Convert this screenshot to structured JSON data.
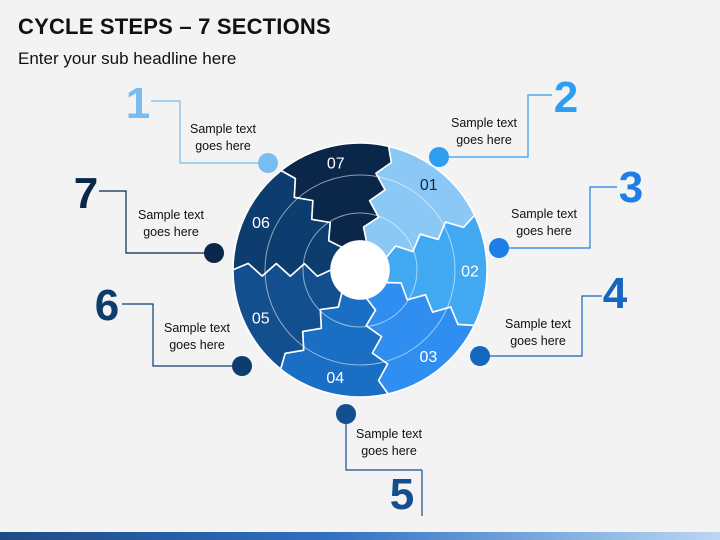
{
  "title": "CYCLE STEPS – 7 SECTIONS",
  "subtitle": "Enter your sub headline here",
  "colors": {
    "step1": "#8cc8f5",
    "step2": "#41a8f2",
    "step3": "#2f8ef0",
    "step4": "#1a6ec4",
    "step5": "#134e8e",
    "step6": "#0d3d6e",
    "step7": "#0a2749",
    "background": "#f3f3f3"
  },
  "steps": [
    {
      "number": "1",
      "label": "01",
      "text_line1": "Sample text",
      "text_line2": "goes here",
      "color": "#8cc8f5",
      "number_color": "#79bcef"
    },
    {
      "number": "2",
      "label": "02",
      "text_line1": "Sample text",
      "text_line2": "goes here",
      "color": "#41a8f2",
      "number_color": "#2e9ef2"
    },
    {
      "number": "3",
      "label": "03",
      "text_line1": "Sample text",
      "text_line2": "goes here",
      "color": "#2f8ef0",
      "number_color": "#1d7fe6"
    },
    {
      "number": "4",
      "label": "04",
      "text_line1": "Sample text",
      "text_line2": "goes here",
      "color": "#1a6ec4",
      "number_color": "#1566be"
    },
    {
      "number": "5",
      "label": "05",
      "text_line1": "Sample text",
      "text_line2": "goes here",
      "color": "#134e8e",
      "number_color": "#134e8e"
    },
    {
      "number": "6",
      "label": "06",
      "text_line1": "Sample text",
      "text_line2": "goes here",
      "color": "#0d3d6e",
      "number_color": "#0d3d6e"
    },
    {
      "number": "7",
      "label": "07",
      "text_line1": "Sample text",
      "text_line2": "goes here",
      "color": "#0a2749",
      "number_color": "#0a2749"
    }
  ]
}
